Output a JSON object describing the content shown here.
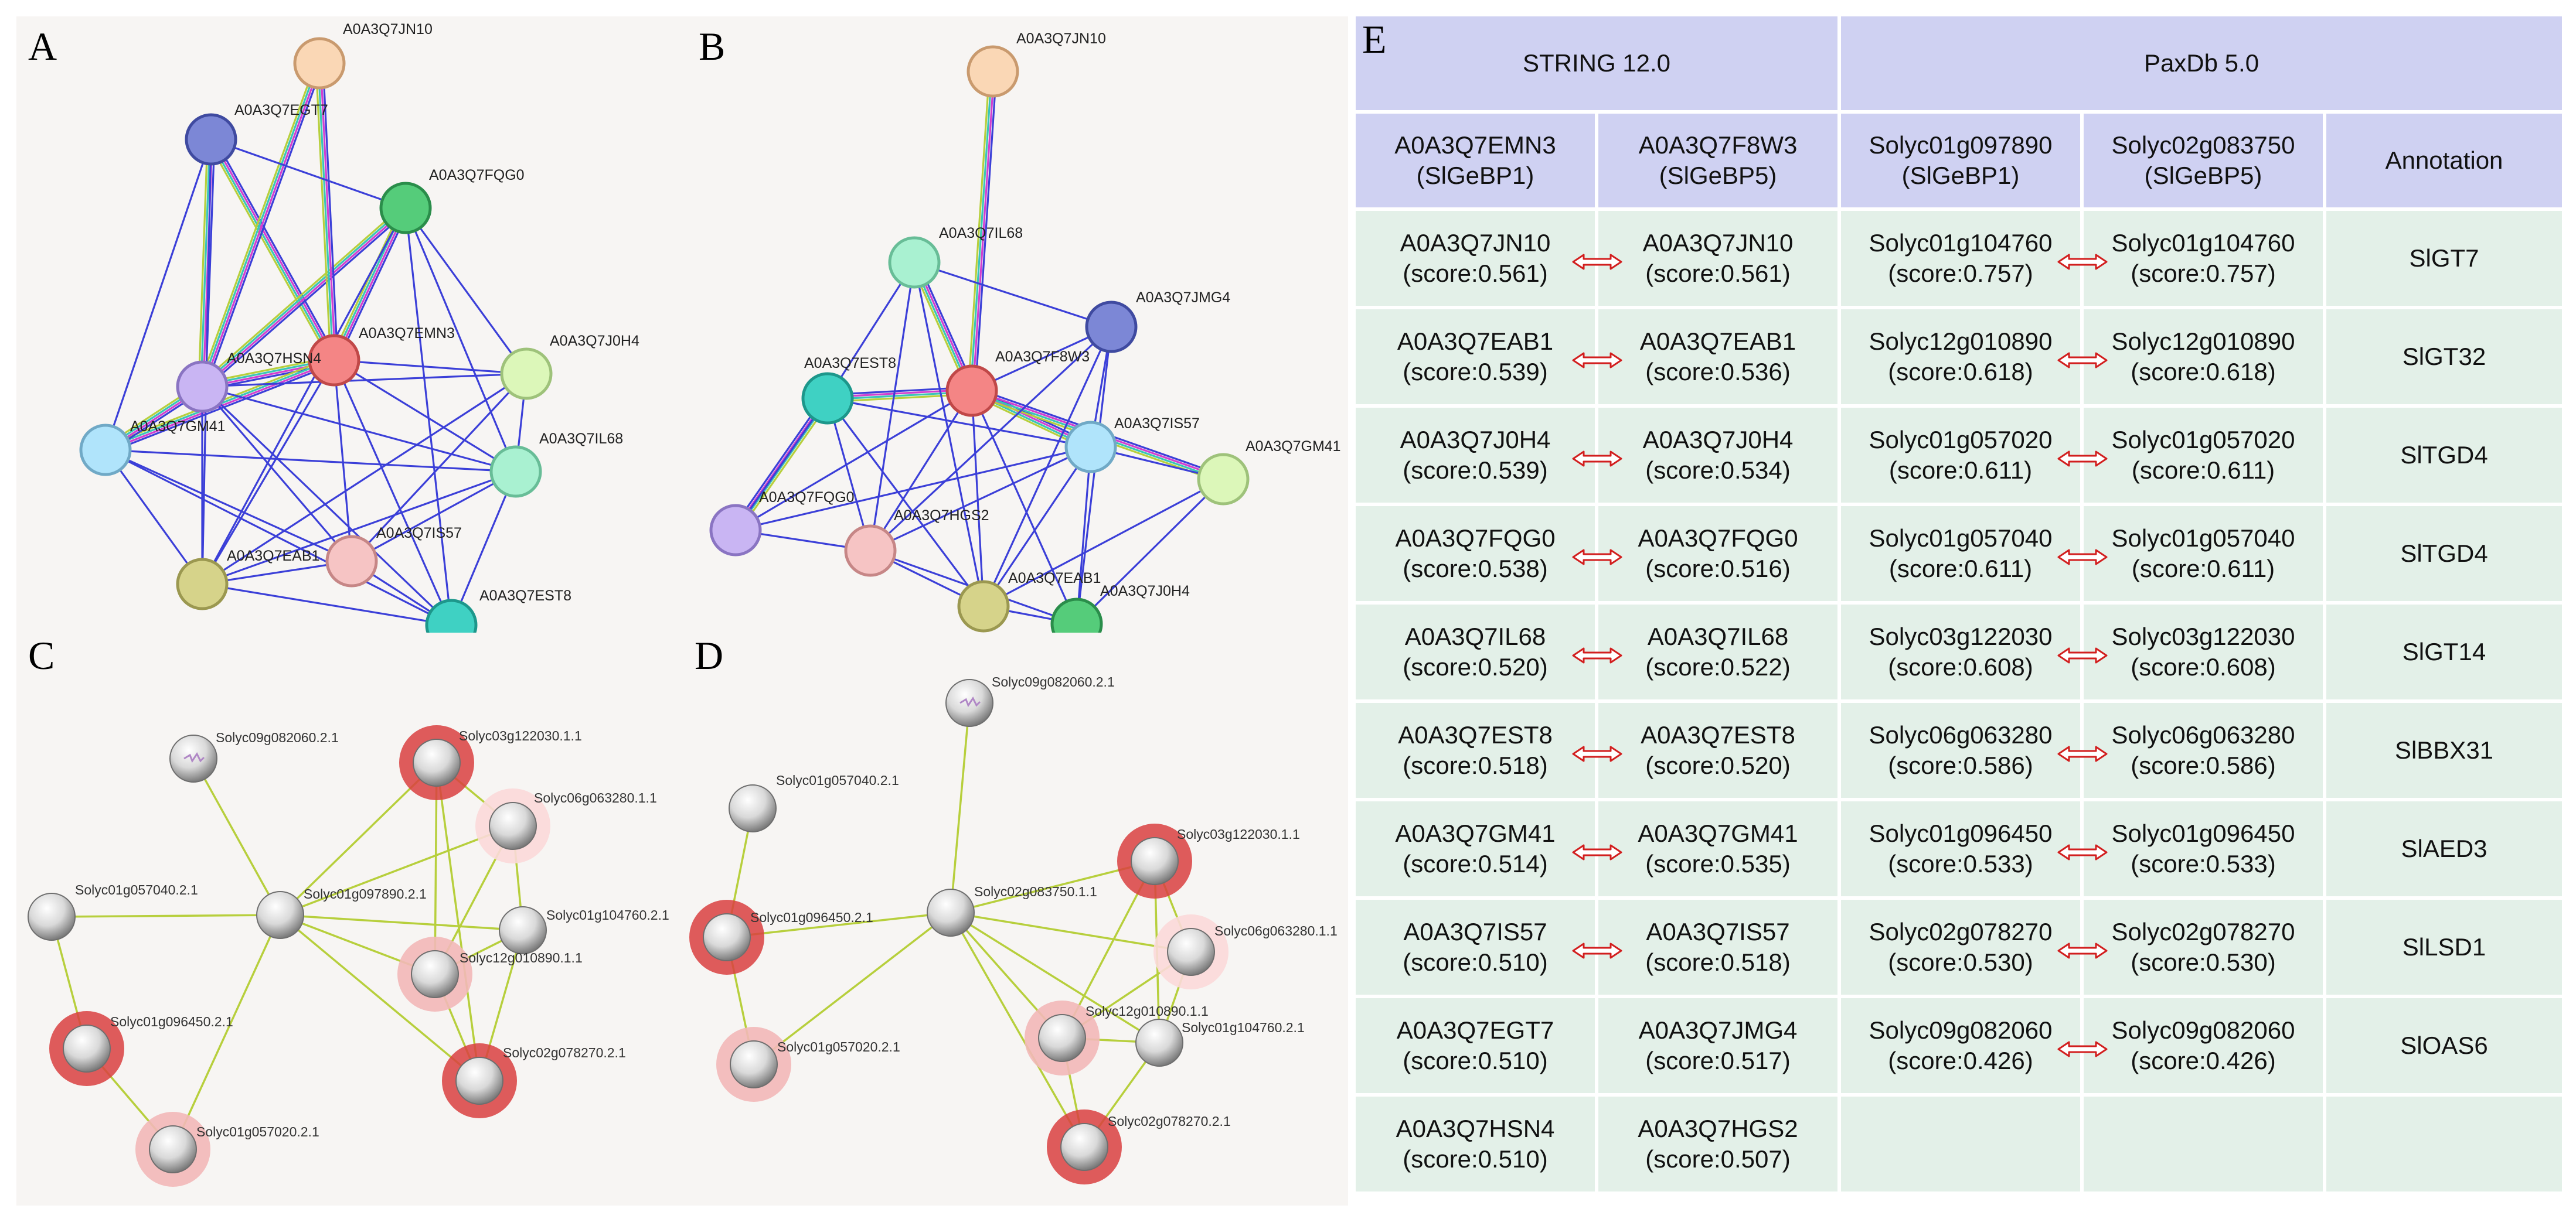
{
  "panels": {
    "A": {
      "label": "A",
      "nodes": [
        {
          "id": "jn10",
          "label": "A0A3Q7JN10",
          "color": "#fad7b5",
          "stroke": "#c99a6e"
        },
        {
          "id": "egt7",
          "label": "A0A3Q7EGT7",
          "color": "#7c87d6",
          "stroke": "#3f4aa0"
        },
        {
          "id": "fqg0",
          "label": "A0A3Q7FQG0",
          "color": "#55cc7a",
          "stroke": "#2a8d4a"
        },
        {
          "id": "emn3",
          "label": "A0A3Q7EMN3",
          "color": "#f48585",
          "stroke": "#c04848"
        },
        {
          "id": "hsn4",
          "label": "A0A3Q7HSN4",
          "color": "#c9b5f3",
          "stroke": "#8a74c2"
        },
        {
          "id": "j0h4",
          "label": "A0A3Q7J0H4",
          "color": "#dcf7b9",
          "stroke": "#9ec27a"
        },
        {
          "id": "gm41",
          "label": "A0A3Q7GM41",
          "color": "#b0e4fb",
          "stroke": "#70a9c6"
        },
        {
          "id": "il68",
          "label": "A0A3Q7IL68",
          "color": "#a9f1d1",
          "stroke": "#68bd97"
        },
        {
          "id": "is57",
          "label": "A0A3Q7IS57",
          "color": "#f6c4c4",
          "stroke": "#c68686"
        },
        {
          "id": "eab1",
          "label": "A0A3Q7EAB1",
          "color": "#d6d38a",
          "stroke": "#9b9850"
        },
        {
          "id": "est8",
          "label": "A0A3Q7EST8",
          "color": "#3fd1c3",
          "stroke": "#1d978b"
        }
      ]
    },
    "B": {
      "label": "B",
      "nodes": [
        {
          "id": "jn10",
          "label": "A0A3Q7JN10",
          "color": "#fad7b5",
          "stroke": "#c99a6e"
        },
        {
          "id": "il68",
          "label": "A0A3Q7IL68",
          "color": "#a9f1d1",
          "stroke": "#68bd97"
        },
        {
          "id": "jmg4",
          "label": "A0A3Q7JMG4",
          "color": "#7c87d6",
          "stroke": "#3f4aa0"
        },
        {
          "id": "est8",
          "label": "A0A3Q7EST8",
          "color": "#3fd1c3",
          "stroke": "#1d978b"
        },
        {
          "id": "f8w3",
          "label": "A0A3Q7F8W3",
          "color": "#f48585",
          "stroke": "#c04848"
        },
        {
          "id": "is57",
          "label": "A0A3Q7IS57",
          "color": "#b0e4fb",
          "stroke": "#70a9c6"
        },
        {
          "id": "gm41",
          "label": "A0A3Q7GM41",
          "color": "#dcf7b9",
          "stroke": "#9ec27a"
        },
        {
          "id": "fqg0",
          "label": "A0A3Q7FQG0",
          "color": "#c9b5f3",
          "stroke": "#8a74c2"
        },
        {
          "id": "hgs2",
          "label": "A0A3Q7HGS2",
          "color": "#f6c4c4",
          "stroke": "#c68686"
        },
        {
          "id": "eab1",
          "label": "A0A3Q7EAB1",
          "color": "#d6d38a",
          "stroke": "#9b9850"
        },
        {
          "id": "j0h4",
          "label": "A0A3Q7J0H4",
          "color": "#55cc7a",
          "stroke": "#2a8d4a"
        }
      ]
    },
    "C": {
      "label": "C",
      "nodes": [
        {
          "id": "g082060",
          "label": "Solyc09g082060.2.1"
        },
        {
          "id": "g122030",
          "label": "Solyc03g122030.1.1"
        },
        {
          "id": "g063280",
          "label": "Solyc06g063280.1.1"
        },
        {
          "id": "g057040",
          "label": "Solyc01g057040.2.1"
        },
        {
          "id": "g097890",
          "label": "Solyc01g097890.2.1"
        },
        {
          "id": "g104760",
          "label": "Solyc01g104760.2.1"
        },
        {
          "id": "g010890",
          "label": "Solyc12g010890.1.1"
        },
        {
          "id": "g096450",
          "label": "Solyc01g096450.2.1"
        },
        {
          "id": "g078270",
          "label": "Solyc02g078270.2.1"
        },
        {
          "id": "g057020",
          "label": "Solyc01g057020.2.1"
        }
      ]
    },
    "D": {
      "label": "D",
      "nodes": [
        {
          "id": "g082060",
          "label": "Solyc09g082060.2.1"
        },
        {
          "id": "g057040",
          "label": "Solyc01g057040.2.1"
        },
        {
          "id": "g122030",
          "label": "Solyc03g122030.1.1"
        },
        {
          "id": "g096450",
          "label": "Solyc01g096450.2.1"
        },
        {
          "id": "g083750",
          "label": "Solyc02g083750.1.1"
        },
        {
          "id": "g063280",
          "label": "Solyc06g063280.1.1"
        },
        {
          "id": "g057020",
          "label": "Solyc01g057020.2.1"
        },
        {
          "id": "g010890",
          "label": "Solyc12g010890.1.1"
        },
        {
          "id": "g104760",
          "label": "Solyc01g104760.2.1"
        },
        {
          "id": "g078270",
          "label": "Solyc02g078270.2.1"
        }
      ]
    }
  },
  "edge_colors": {
    "blue": "#3b3fd8",
    "green": "#b7cf3c",
    "magenta": "#d23fd0",
    "teal": "#39c5b8",
    "red_halo": "#d94040",
    "pink_halo": "#f2b8b8",
    "light_halo": "#fbd9d9"
  },
  "table": {
    "label": "E",
    "groups": [
      "STRING 12.0",
      "PaxDb 5.0"
    ],
    "columns": [
      {
        "line1": "A0A3Q7EMN3",
        "line2": "(SlGeBP1)"
      },
      {
        "line1": "A0A3Q7F8W3",
        "line2": "(SlGeBP5)"
      },
      {
        "line1": "Solyc01g097890",
        "line2": "(SlGeBP1)"
      },
      {
        "line1": "Solyc02g083750",
        "line2": "(SlGeBP5)"
      },
      {
        "line1": "Annotation",
        "line2": ""
      }
    ],
    "rows": [
      [
        {
          "id": "A0A3Q7JN10",
          "score": "(score:0.561)"
        },
        {
          "id": "A0A3Q7JN10",
          "score": "(score:0.561)"
        },
        {
          "id": "Solyc01g104760",
          "score": "(score:0.757)"
        },
        {
          "id": "Solyc01g104760",
          "score": "(score:0.757)"
        },
        {
          "id": "SlGT7",
          "score": ""
        }
      ],
      [
        {
          "id": "A0A3Q7EAB1",
          "score": "(score:0.539)"
        },
        {
          "id": "A0A3Q7EAB1",
          "score": "(score:0.536)"
        },
        {
          "id": "Solyc12g010890",
          "score": "(score:0.618)"
        },
        {
          "id": "Solyc12g010890",
          "score": "(score:0.618)"
        },
        {
          "id": "SlGT32",
          "score": ""
        }
      ],
      [
        {
          "id": "A0A3Q7J0H4",
          "score": "(score:0.539)"
        },
        {
          "id": "A0A3Q7J0H4",
          "score": "(score:0.534)"
        },
        {
          "id": "Solyc01g057020",
          "score": "(score:0.611)"
        },
        {
          "id": "Solyc01g057020",
          "score": "(score:0.611)"
        },
        {
          "id": "SlTGD4",
          "score": ""
        }
      ],
      [
        {
          "id": "A0A3Q7FQG0",
          "score": "(score:0.538)"
        },
        {
          "id": "A0A3Q7FQG0",
          "score": "(score:0.516)"
        },
        {
          "id": "Solyc01g057040",
          "score": "(score:0.611)"
        },
        {
          "id": "Solyc01g057040",
          "score": "(score:0.611)"
        },
        {
          "id": "SlTGD4",
          "score": ""
        }
      ],
      [
        {
          "id": "A0A3Q7IL68",
          "score": "(score:0.520)"
        },
        {
          "id": "A0A3Q7IL68",
          "score": "(score:0.522)"
        },
        {
          "id": "Solyc03g122030",
          "score": "(score:0.608)"
        },
        {
          "id": "Solyc03g122030",
          "score": "(score:0.608)"
        },
        {
          "id": "SlGT14",
          "score": ""
        }
      ],
      [
        {
          "id": "A0A3Q7EST8",
          "score": "(score:0.518)"
        },
        {
          "id": "A0A3Q7EST8",
          "score": "(score:0.520)"
        },
        {
          "id": "Solyc06g063280",
          "score": "(score:0.586)"
        },
        {
          "id": "Solyc06g063280",
          "score": "(score:0.586)"
        },
        {
          "id": "SlBBX31",
          "score": ""
        }
      ],
      [
        {
          "id": "A0A3Q7GM41",
          "score": "(score:0.514)"
        },
        {
          "id": "A0A3Q7GM41",
          "score": "(score:0.535)"
        },
        {
          "id": "Solyc01g096450",
          "score": "(score:0.533)"
        },
        {
          "id": "Solyc01g096450",
          "score": "(score:0.533)"
        },
        {
          "id": "SlAED3",
          "score": ""
        }
      ],
      [
        {
          "id": "A0A3Q7IS57",
          "score": "(score:0.510)"
        },
        {
          "id": "A0A3Q7IS57",
          "score": "(score:0.518)"
        },
        {
          "id": "Solyc02g078270",
          "score": "(score:0.530)"
        },
        {
          "id": "Solyc02g078270",
          "score": "(score:0.530)"
        },
        {
          "id": "SlLSD1",
          "score": ""
        }
      ],
      [
        {
          "id": "A0A3Q7EGT7",
          "score": "(score:0.510)"
        },
        {
          "id": "A0A3Q7JMG4",
          "score": "(score:0.517)"
        },
        {
          "id": "Solyc09g082060",
          "score": "(score:0.426)"
        },
        {
          "id": "Solyc09g082060",
          "score": "(score:0.426)"
        },
        {
          "id": "SlOAS6",
          "score": ""
        }
      ],
      [
        {
          "id": "A0A3Q7HSN4",
          "score": "(score:0.510)"
        },
        {
          "id": "A0A3Q7HGS2",
          "score": "(score:0.507)"
        },
        {
          "id": "",
          "score": ""
        },
        {
          "id": "",
          "score": ""
        },
        {
          "id": "",
          "score": ""
        }
      ]
    ],
    "arrows_string": [
      true,
      true,
      true,
      true,
      true,
      true,
      true,
      true,
      false,
      false
    ],
    "arrows_paxdb": [
      true,
      true,
      true,
      true,
      true,
      true,
      true,
      true,
      true,
      false
    ]
  }
}
